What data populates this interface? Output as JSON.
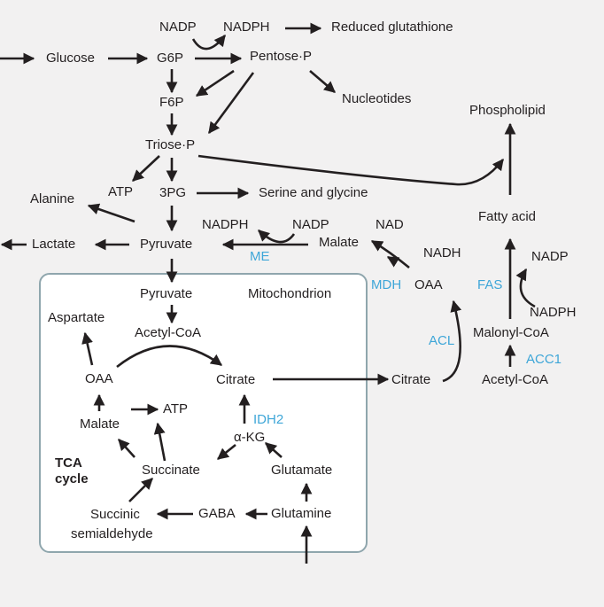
{
  "colors": {
    "background": "#f2f1f1",
    "text": "#231f20",
    "enzyme": "#3ea6d8",
    "compartment_border": "#8fa6ad",
    "compartment_fill": "#ffffff"
  },
  "labels": {
    "nadp_top": "NADP",
    "nadph_top": "NADPH",
    "reduced_glutathione": "Reduced glutathione",
    "glucose": "Glucose",
    "g6p": "G6P",
    "pentose_p": "Pentose·P",
    "f6p": "F6P",
    "nucleotides": "Nucleotides",
    "phospholipid": "Phospholipid",
    "triose_p": "Triose·P",
    "atp_upper": "ATP",
    "pg3": "3PG",
    "alanine": "Alanine",
    "serine_glycine": "Serine and glycine",
    "fatty_acid": "Fatty acid",
    "nad": "NAD",
    "nadph_me": "NADPH",
    "nadp_me": "NADP",
    "malate_cyto": "Malate",
    "nadh": "NADH",
    "lactate": "Lactate",
    "pyruvate_cyto": "Pyruvate",
    "me": "ME",
    "nadp_fas": "NADP",
    "mdh": "MDH",
    "oaa_cyto": "OAA",
    "fas": "FAS",
    "nadph_fas": "NADPH",
    "pyruvate_mito": "Pyruvate",
    "mitochondrion": "Mitochondrion",
    "aspartate": "Aspartate",
    "acetyl_coa_mito": "Acetyl-CoA",
    "acl": "ACL",
    "malonyl_coa": "Malonyl-CoA",
    "acc1": "ACC1",
    "oaa_mito": "OAA",
    "citrate_mito": "Citrate",
    "citrate_cyto": "Citrate",
    "acetyl_coa_cyto": "Acetyl-CoA",
    "malate_mito": "Malate",
    "atp_mito": "ATP",
    "idh2": "IDH2",
    "akg": "α-KG",
    "tca_line1": "TCA",
    "tca_line2": "cycle",
    "succinate": "Succinate",
    "glutamate": "Glutamate",
    "succinic_line1": "Succinic",
    "succinic_line2": "semialdehyde",
    "gaba": "GABA",
    "glutamine": "Glutamine"
  }
}
